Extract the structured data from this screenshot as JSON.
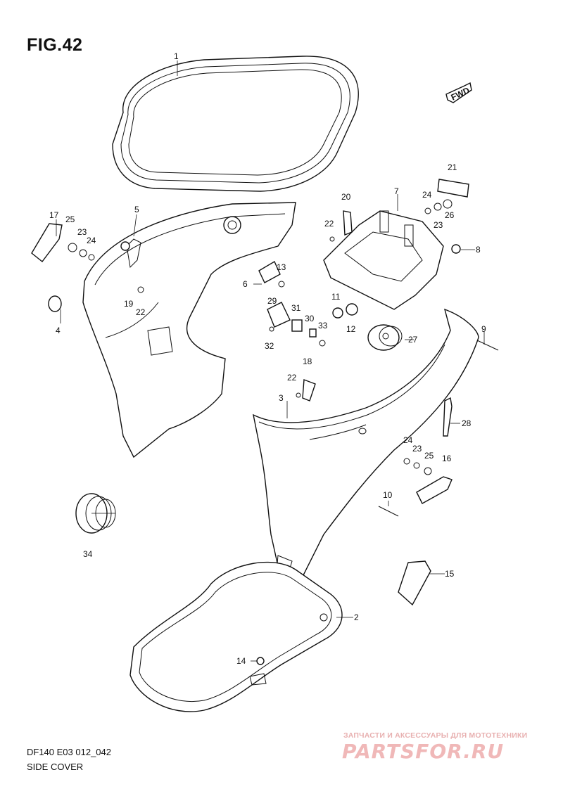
{
  "figure": {
    "title": "FIG.42",
    "fwd_label": "FWD"
  },
  "callouts": {
    "c1": "1",
    "c2": "2",
    "c3": "3",
    "c4": "4",
    "c5": "5",
    "c6": "6",
    "c7": "7",
    "c8": "8",
    "c9": "9",
    "c10": "10",
    "c11": "11",
    "c12": "12",
    "c13": "13",
    "c14": "14",
    "c15": "15",
    "c16": "16",
    "c17": "17",
    "c18": "18",
    "c19": "19",
    "c20": "20",
    "c21": "21",
    "c22a": "22",
    "c22b": "22",
    "c22c": "22",
    "c23a": "23",
    "c23b": "23",
    "c23c": "23",
    "c24a": "24",
    "c24b": "24",
    "c24c": "24",
    "c25a": "25",
    "c25b": "25",
    "c26": "26",
    "c27": "27",
    "c28": "28",
    "c29": "29",
    "c30": "30",
    "c31": "31",
    "c32": "32",
    "c33": "33",
    "c34": "34"
  },
  "footer": {
    "model_code": "DF140 E03 012_042",
    "section_name": "SIDE COVER"
  },
  "watermark": {
    "caption": "ЗАПЧАСТИ И АКСЕССУАРЫ ДЛЯ МОТОТЕХНИКИ",
    "logo": "PARTSFOR.RU",
    "color": "#f0b8b8"
  }
}
